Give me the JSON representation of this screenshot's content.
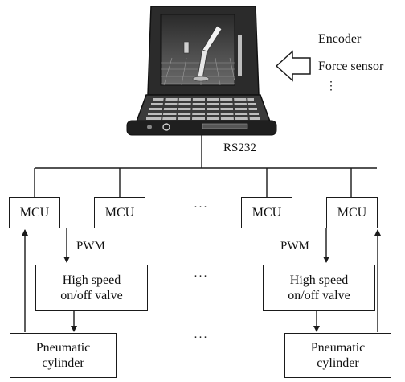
{
  "diagram": {
    "inputs": [
      "Encoder",
      "Force sensor"
    ],
    "input_ellipsis": "⋮",
    "bus_label": "RS232",
    "mcu_label": "MCU",
    "pwm_label": "PWM",
    "valve_label": "High speed\non/off valve",
    "cylinder_label": "Pneumatic\ncylinder",
    "ellipsis": "···",
    "left_chain": {
      "mcu": "MCU",
      "pwm": "PWM",
      "valve": "High speed\non/off valve",
      "cylinder": "Pneumatic\ncylinder"
    },
    "right_chain": {
      "mcu": "MCU",
      "pwm": "PWM",
      "valve": "High speed\non/off valve",
      "cylinder": "Pneumatic\ncylinder"
    },
    "mcus": [
      "MCU",
      "MCU",
      "MCU",
      "MCU"
    ],
    "colors": {
      "line": "#1a1a1a",
      "laptop_body": "#2b2b2b",
      "screen": "#3c3c3c"
    }
  }
}
